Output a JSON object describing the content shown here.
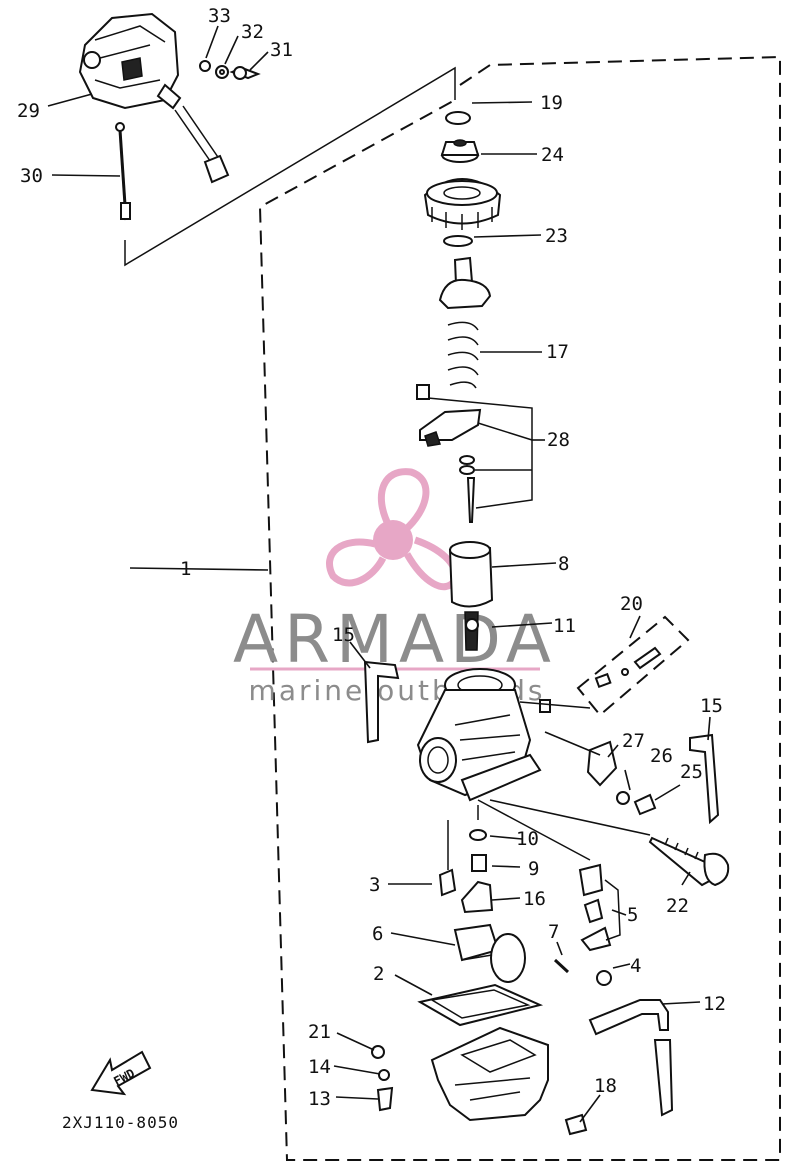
{
  "callouts": [
    "1",
    "2",
    "3",
    "4",
    "5",
    "6",
    "7",
    "8",
    "9",
    "10",
    "11",
    "12",
    "13",
    "14",
    "15",
    "15",
    "16",
    "17",
    "18",
    "19",
    "20",
    "21",
    "22",
    "23",
    "24",
    "25",
    "26",
    "27",
    "28",
    "29",
    "30",
    "31",
    "32",
    "33"
  ],
  "figure_code": "2XJ110-8050",
  "fwd_label": "FWD",
  "watermark": {
    "brand": "ARMADA",
    "tagline": "marine outboards",
    "color_pink": "#e7a7c6",
    "color_gray": "#8c8c8c"
  },
  "icons": [
    "propeller-logo-icon",
    "fwd-arrow-icon"
  ]
}
